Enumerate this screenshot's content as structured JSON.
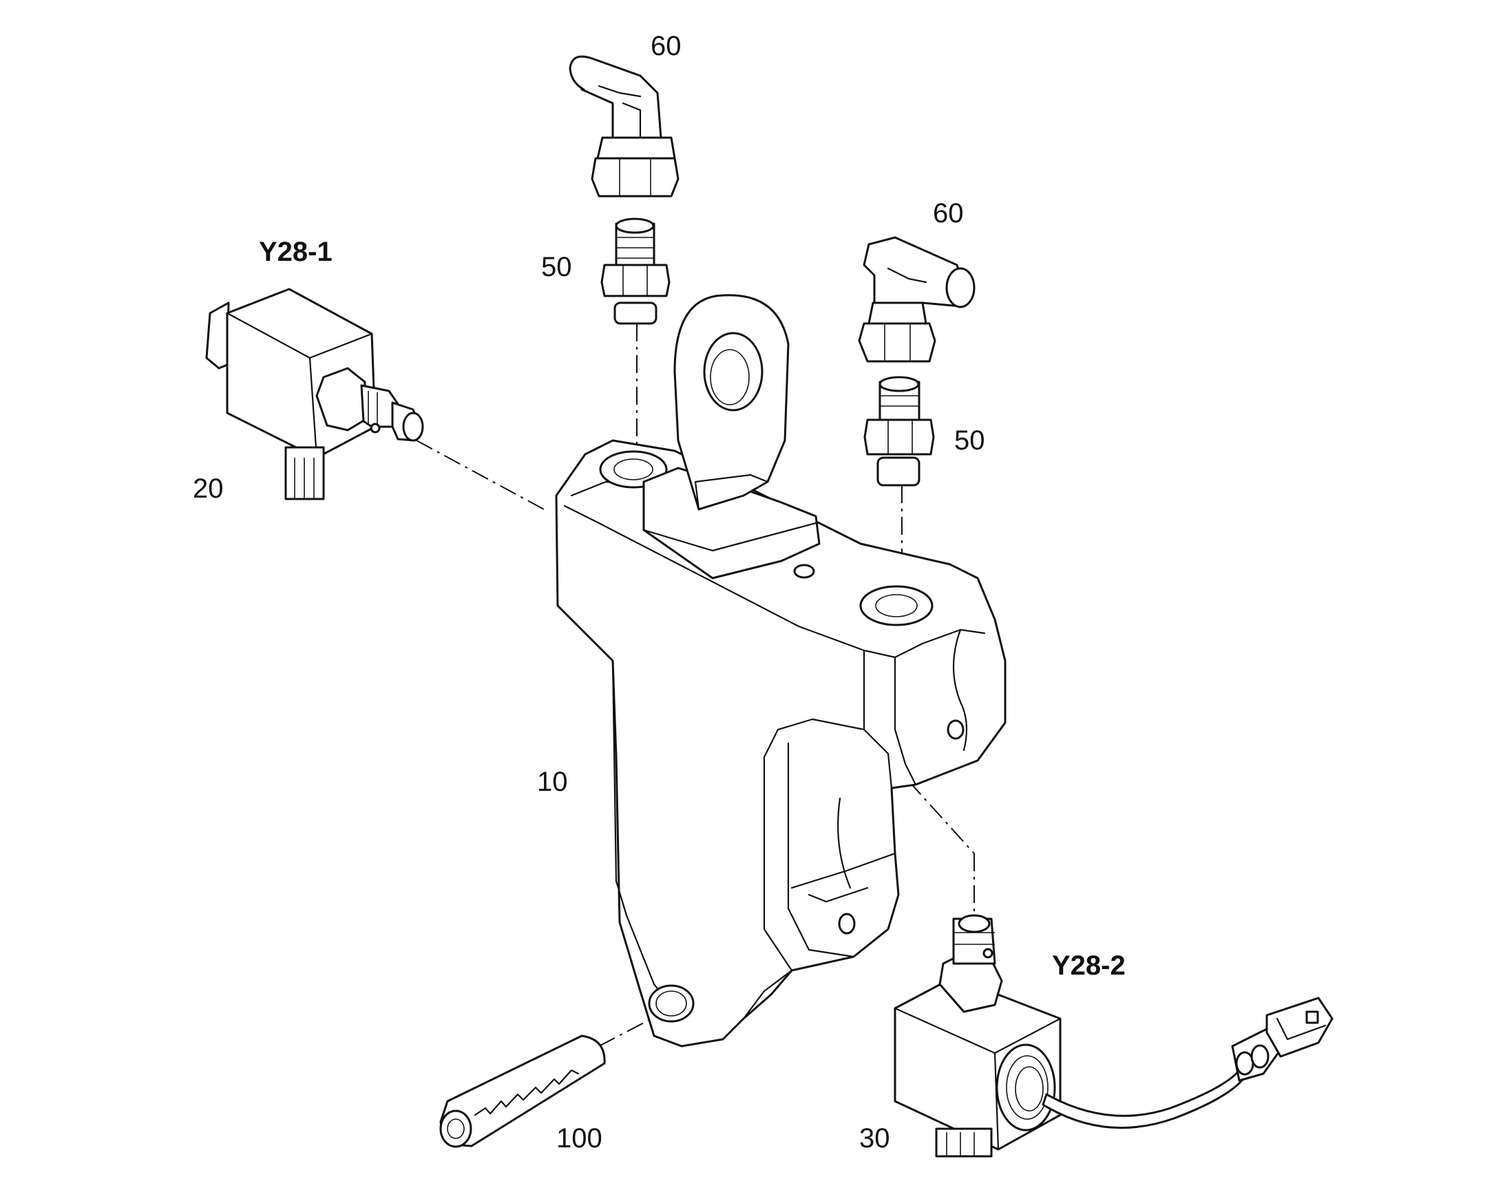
{
  "labels": {
    "y28_1": "Y28-1",
    "y28_2": "Y28-2",
    "p10": "10",
    "p20": "20",
    "p30": "30",
    "p50_a": "50",
    "p50_b": "50",
    "p60_a": "60",
    "p60_b": "60",
    "p100": "100"
  }
}
